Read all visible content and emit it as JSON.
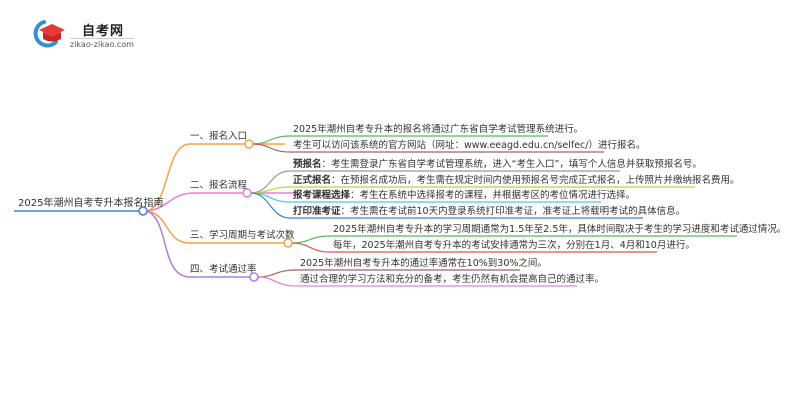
{
  "logo": {
    "title": "自考网",
    "subtitle": "zikao-zikao.com",
    "icon": "graduation-cap-icon"
  },
  "root": {
    "label": "2025年潮州自考专升本报名指南"
  },
  "branches": [
    {
      "label": "一、报名入口",
      "color": "#f7a14a",
      "leaves": [
        {
          "text": "2025年潮州自考专升本的报名将通过广东省自学考试管理系统进行。",
          "color": "#5cb85c"
        },
        {
          "text": "考生可以访问该系统的官方网站（网址：www.eeagd.edu.cn/selfec/）进行报名。",
          "color": "#a0645a"
        }
      ]
    },
    {
      "label": "二、报名流程",
      "color": "#e97fcf",
      "leaves": [
        {
          "bold": "预报名",
          "text": "：考生需登录广东省自学考试管理系统，进入“考生入口”，填写个人信息并获取预报名号。",
          "color": "#999999"
        },
        {
          "bold": "正式报名",
          "text": "：在预报名成功后，考生需在规定时间内使用预报名号完成正式报名，上传照片并缴纳报名费用。",
          "color": "#c9c943"
        },
        {
          "bold": "报考课程选择",
          "text": "：考生在系统中选择报考的课程，并根据考区的考位情况进行选择。",
          "color": "#4cc9d9"
        },
        {
          "bold": "打印准考证",
          "text": "：考生需在考试前10天内登录系统打印准考证，准考证上将载明考试的具体信息。",
          "color": "#3a86c8"
        }
      ]
    },
    {
      "label": "三、学习周期与考试次数",
      "color": "#f7a14a",
      "leaves": [
        {
          "text": "2025年潮州自考专升本的学习周期通常为1.5年至2.5年，具体时间取决于考生的学习进度和考试通过情况。",
          "color": "#5cb85c"
        },
        {
          "text": "每年，2025年潮州自考专升本的考试安排通常为三次，分别在1月、4月和10月进行。",
          "color": "#e05555"
        }
      ]
    },
    {
      "label": "四、考试通过率",
      "color": "#b07fd9",
      "leaves": [
        {
          "text": "2025年潮州自考专升本的通过率通常在10%到30%之间。",
          "color": "#a0645a"
        },
        {
          "text": "通过合理的学习方法和充分的备考，考生仍然有机会提高自己的通过率。",
          "color": "#e97fcf"
        }
      ]
    }
  ]
}
